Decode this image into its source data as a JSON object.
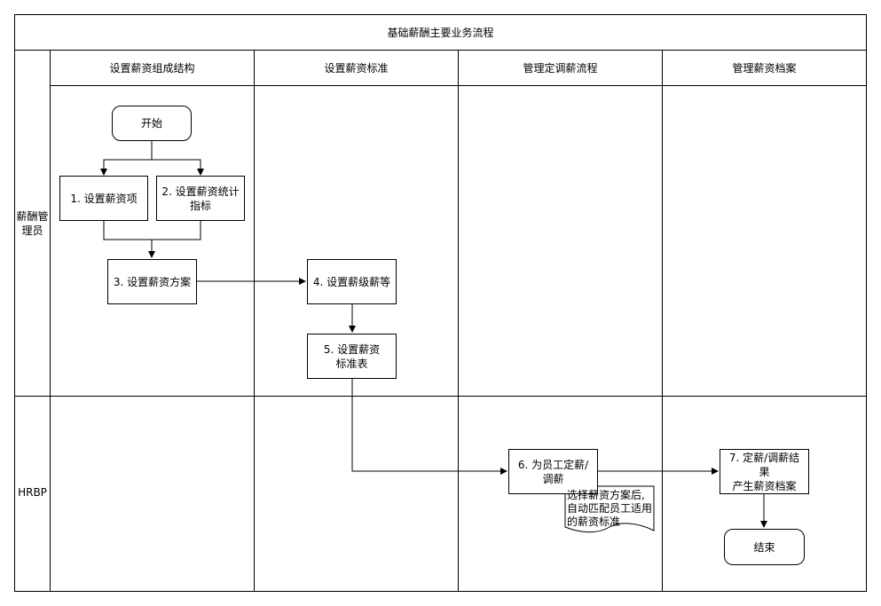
{
  "title": "基础薪酬主要业务流程",
  "columns": [
    "设置薪资组成结构",
    "设置薪资标准",
    "管理定调薪流程",
    "管理薪资档案"
  ],
  "lanes": [
    "薪酬管\n理员",
    "HRBP"
  ],
  "nodes": {
    "start": "开始",
    "step1": "1. 设置薪资项",
    "step2": "2. 设置薪资统计\n指标",
    "step3": "3. 设置薪资方案",
    "step4": "4. 设置薪级薪等",
    "step5": "5. 设置薪资\n标准表",
    "step6": "6. 为员工定薪/\n调薪",
    "step7": "7. 定薪/调薪结果\n产生薪资档案",
    "end": "结束"
  },
  "note": "选择薪资方案后,\n自动匹配员工适用\n的薪资标准"
}
